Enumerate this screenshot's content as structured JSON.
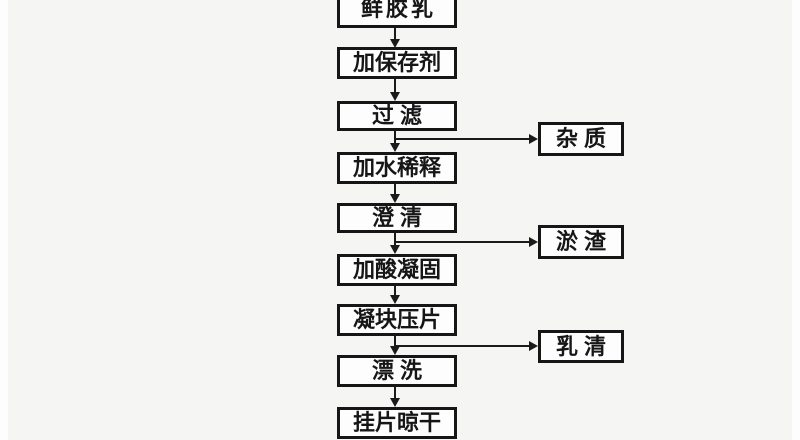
{
  "diagram": {
    "type": "flowchart",
    "orientation": "vertical",
    "main_steps": [
      {
        "label": "鲜胶乳"
      },
      {
        "label": "加保存剂"
      },
      {
        "label": "过滤"
      },
      {
        "label": "加水稀释"
      },
      {
        "label": "澄清"
      },
      {
        "label": "加酸凝固"
      },
      {
        "label": "凝块压片"
      },
      {
        "label": "漂洗"
      },
      {
        "label": "挂片晾干"
      }
    ],
    "byproducts": [
      {
        "label": "杂质",
        "branch_after": "过滤"
      },
      {
        "label": "淤渣",
        "branch_after": "澄清"
      },
      {
        "label": "乳清",
        "branch_after": "凝块压片"
      }
    ],
    "colors": {
      "line": "#1a1a1a",
      "box_border": "#161616",
      "box_background": "#fdfdfd",
      "page_background": "#f5f5f4"
    }
  }
}
